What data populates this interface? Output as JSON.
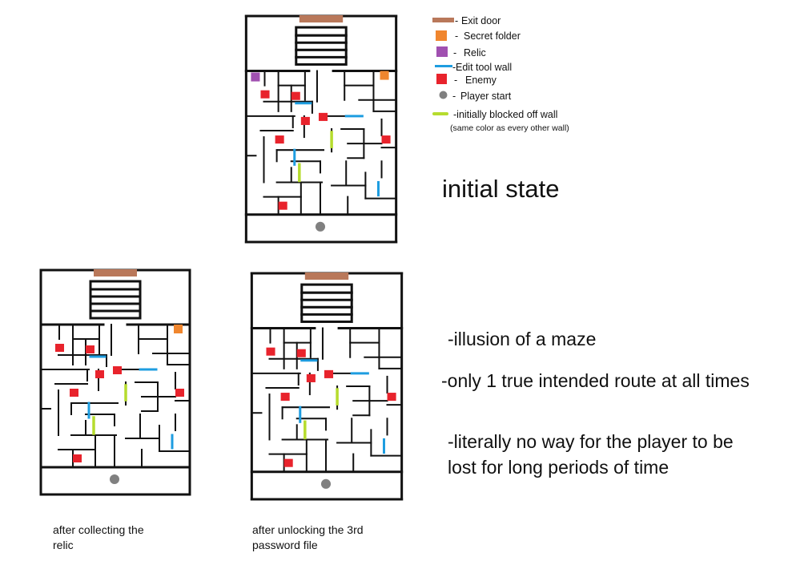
{
  "colors": {
    "exit_door": "#b9785a",
    "secret_folder": "#f0862e",
    "relic": "#a050b0",
    "edit_tool_wall": "#1e9de0",
    "enemy": "#e8232c",
    "player_start": "#808080",
    "blocked_wall": "#b6dc2e",
    "wall": "#111111"
  },
  "legend": {
    "exit_door": "Exit door",
    "secret_folder": "Secret folder",
    "relic": "Relic",
    "edit_tool_wall": "Edit tool wall",
    "enemy": "Enemy",
    "player_start": "Player start",
    "blocked_wall": "-initially blocked off wall",
    "blocked_wall_note": "(same color as every other wall)"
  },
  "title": "initial state",
  "bullets": [
    "-illusion of a maze",
    "-only 1 true intended route at all times",
    "-literally no way for the player to be",
    "lost for long periods of time"
  ],
  "mazes": [
    {
      "name": "initial",
      "caption": "",
      "has_relic": true,
      "has_secret": true
    },
    {
      "name": "after-relic",
      "caption": "after collecting the relic",
      "has_relic": false,
      "has_secret": true
    },
    {
      "name": "after-password",
      "caption": "after unlocking the 3rd password file",
      "has_relic": false,
      "has_secret": false
    }
  ]
}
